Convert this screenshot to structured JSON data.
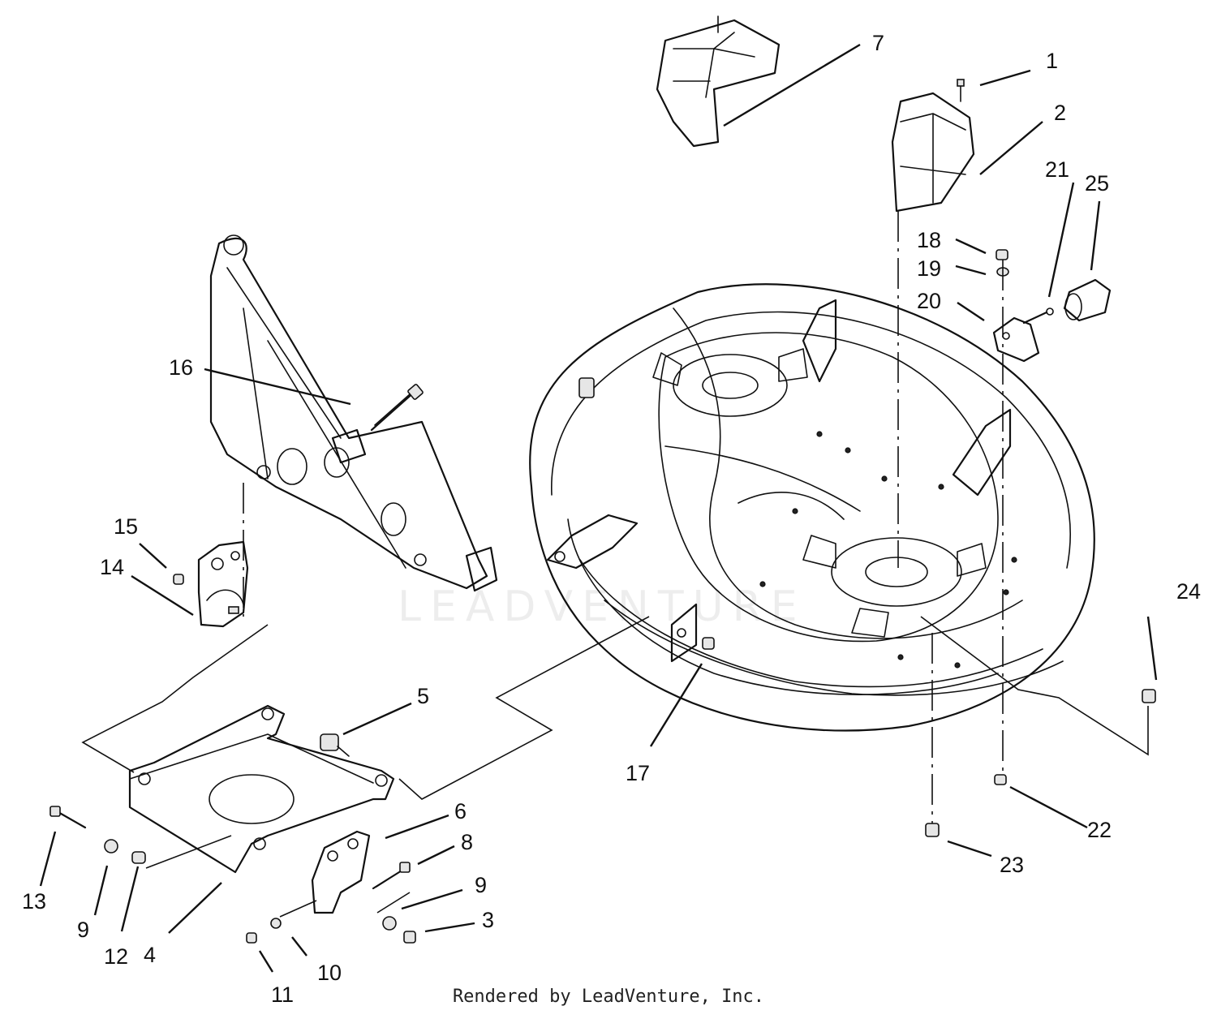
{
  "diagram": {
    "callouts": [
      {
        "id": "c1",
        "label": "1"
      },
      {
        "id": "c2",
        "label": "2"
      },
      {
        "id": "c3",
        "label": "3"
      },
      {
        "id": "c4",
        "label": "4"
      },
      {
        "id": "c5",
        "label": "5"
      },
      {
        "id": "c6",
        "label": "6"
      },
      {
        "id": "c7",
        "label": "7"
      },
      {
        "id": "c8",
        "label": "8"
      },
      {
        "id": "c9a",
        "label": "9"
      },
      {
        "id": "c9b",
        "label": "9"
      },
      {
        "id": "c10",
        "label": "10"
      },
      {
        "id": "c11",
        "label": "11"
      },
      {
        "id": "c12",
        "label": "12"
      },
      {
        "id": "c13",
        "label": "13"
      },
      {
        "id": "c14",
        "label": "14"
      },
      {
        "id": "c15",
        "label": "15"
      },
      {
        "id": "c16",
        "label": "16"
      },
      {
        "id": "c17",
        "label": "17"
      },
      {
        "id": "c18",
        "label": "18"
      },
      {
        "id": "c19",
        "label": "19"
      },
      {
        "id": "c20",
        "label": "20"
      },
      {
        "id": "c21",
        "label": "21"
      },
      {
        "id": "c22",
        "label": "22"
      },
      {
        "id": "c23",
        "label": "23"
      },
      {
        "id": "c24",
        "label": "24"
      },
      {
        "id": "c25",
        "label": "25"
      }
    ]
  },
  "watermark": "LEADVENTURE",
  "credit": "Rendered by LeadVenture, Inc."
}
